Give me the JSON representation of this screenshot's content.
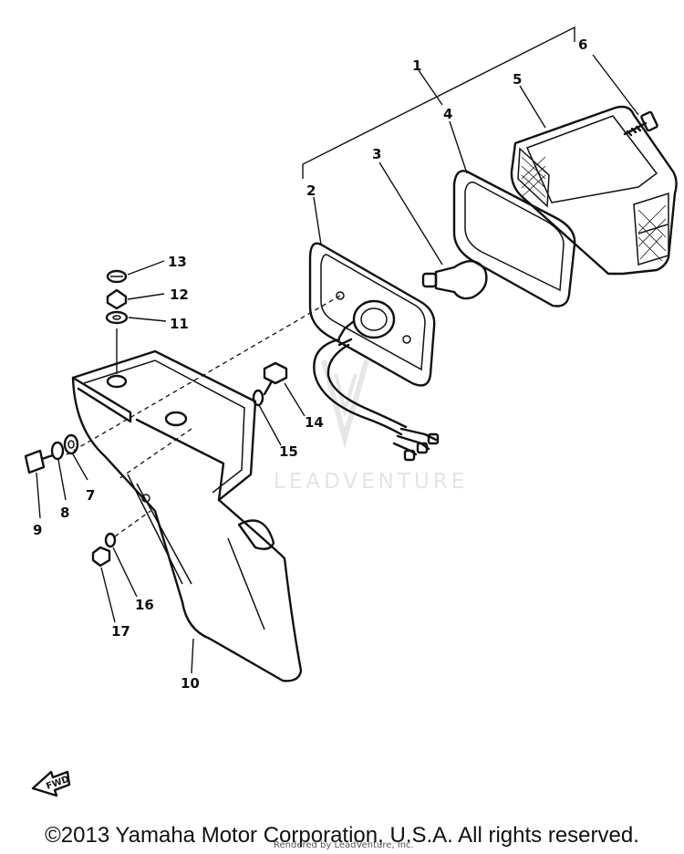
{
  "callouts": [
    "1",
    "2",
    "3",
    "4",
    "5",
    "6",
    "7",
    "8",
    "9",
    "10",
    "11",
    "12",
    "13",
    "14",
    "15",
    "16",
    "17"
  ],
  "fwd_label": "FWD",
  "watermark": "LEADVENTURE",
  "copyright": "©2013 Yamaha Motor Corporation, U.S.A. All rights reserved.",
  "rendered_by": "Rendered by LeadVenture, Inc.",
  "colors": {
    "ink": "#111111",
    "watermark": "#e4e4e4"
  }
}
